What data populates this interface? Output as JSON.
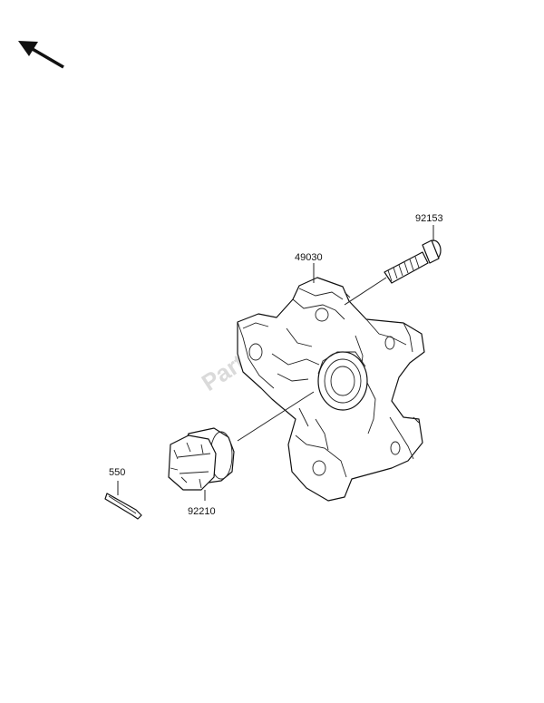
{
  "parts": [
    {
      "id": "wheel_hub",
      "number": "49030"
    },
    {
      "id": "hub_bolt",
      "number": "92153"
    },
    {
      "id": "castle_nut",
      "number": "92210"
    },
    {
      "id": "cotter_pin",
      "number": "550"
    }
  ],
  "watermark": "PartsRepublik",
  "icons": {
    "direction_arrow": "arrow-up-left-icon"
  }
}
